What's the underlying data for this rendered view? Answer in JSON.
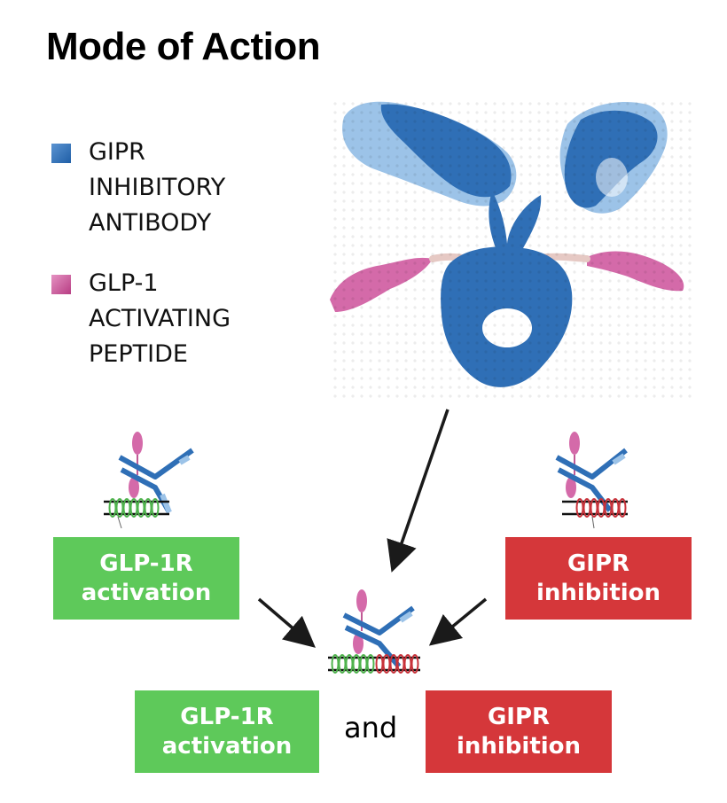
{
  "title": "Mode of Action",
  "legend": [
    {
      "label": "GIPR\nINHIBITORY\nANTIBODY",
      "color": "#2f6fb6"
    },
    {
      "label": "GLP-1\nACTIVATING\nPEPTIDE",
      "color": "#c9478f"
    }
  ],
  "boxes": {
    "left_top": "GLP-1R\nactivation",
    "right_top": "GIPR\ninhibition",
    "bottom_left": "GLP-1R\nactivation",
    "bottom_right": "GIPR\ninhibition"
  },
  "connector": "and",
  "colors": {
    "antibody_dark": "#2f6fb6",
    "antibody_light": "#9cc3e8",
    "peptide": "#d46aa9",
    "peptide_linker": "#e6c9c4",
    "receptor_green": "#4fb34d",
    "receptor_red": "#c8323a",
    "box_green": "#5ec95a",
    "box_red": "#d5373a"
  }
}
